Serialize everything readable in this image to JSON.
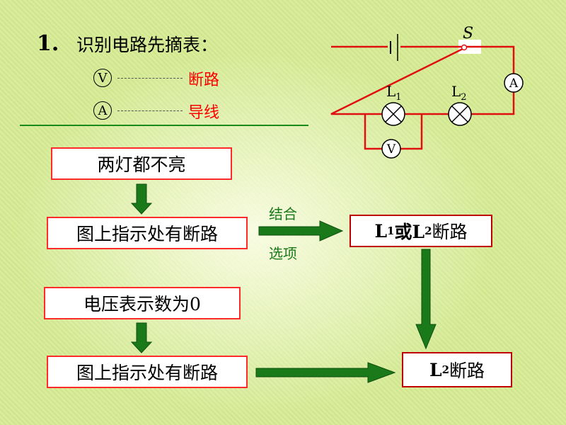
{
  "heading": {
    "number": "1.",
    "text": "识别电路先摘表："
  },
  "legend": [
    {
      "symbol": "V",
      "meaning": "断路"
    },
    {
      "symbol": "A",
      "meaning": "导线"
    }
  ],
  "circuit": {
    "switch_label": "S",
    "lamp1_label": "L",
    "lamp1_sub": "1",
    "lamp2_label": "L",
    "lamp2_sub": "2",
    "ammeter_symbol": "A",
    "voltmeter_symbol": "V"
  },
  "flow": {
    "step1": "两灯都不亮",
    "step2": "图上指示处有断路",
    "combine_top": "结合",
    "combine_bottom": "选项",
    "result1_a": "L",
    "result1_a_sub": "1",
    "result1_mid": "或L",
    "result1_b_sub": "2",
    "result1_end": "断路",
    "step3": "电压表示数为0",
    "step4": "图上指示处有断路",
    "result2_a": "L",
    "result2_a_sub": "2",
    "result2_end": "断路"
  },
  "colors": {
    "box_border": "#ff2a2a",
    "arrow": "#1a7a1a",
    "wire": "#e01010"
  }
}
